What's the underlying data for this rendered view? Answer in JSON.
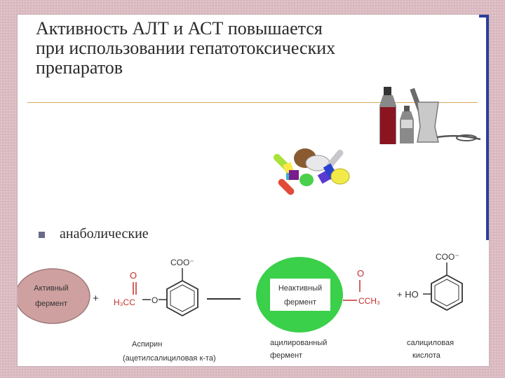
{
  "title": {
    "line1": "Активность АЛТ и АСТ повышается",
    "line2": "при использовании гепатотоксических",
    "line3": "препаратов"
  },
  "bullets": [
    {
      "label": "анаболические"
    }
  ],
  "mechanism": {
    "active_enzyme": [
      "Активный",
      "фермент"
    ],
    "plus": "+",
    "coo_label": "COO⁻",
    "h3c_label": "H₃CC",
    "o_label": "O",
    "ester_o": "O",
    "aspirin_label": "Аспирин",
    "aspirin_sub": "(ацетилсалициловая к-та)",
    "inactive_enzyme": [
      "Неактивный",
      "фермент"
    ],
    "cch3_label": "CCH₃",
    "plus_ho": "+ HO",
    "acylated_label": [
      "ацилированный",
      "фермент"
    ],
    "salicylic_label": [
      "салициловая",
      "кислота"
    ],
    "coo_label_2": "COO⁻"
  },
  "colors": {
    "active_enzyme_fill": "#cfa0a0",
    "inactive_enzyme_fill": "#3ad04a",
    "accent_line": "#d7a85a",
    "frame_blue": "#2a3f9a",
    "h3c_red": "#c0302a"
  }
}
